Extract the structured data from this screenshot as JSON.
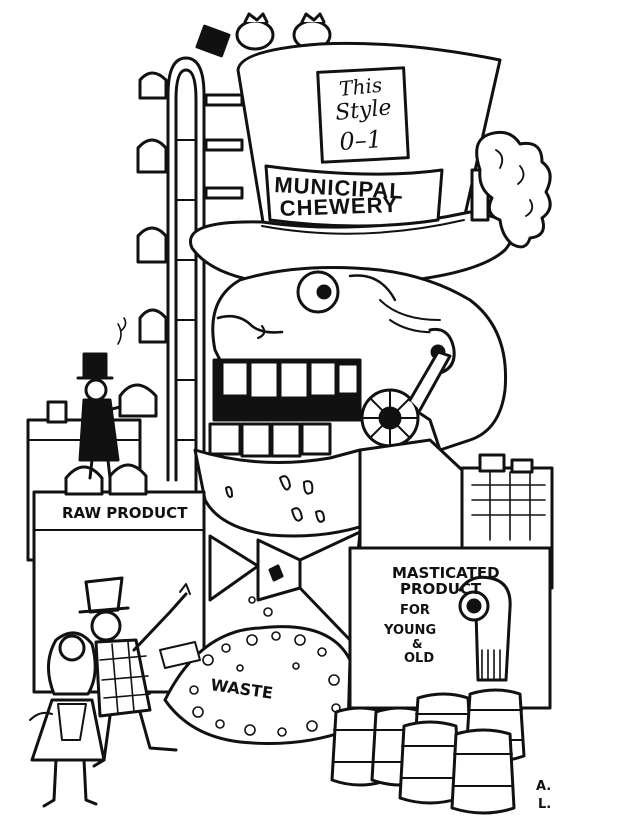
{
  "illustration": {
    "hat_band": [
      "This",
      "Style",
      "0–1"
    ],
    "hat_sign": [
      "MUNICIPAL",
      "CHEWERY"
    ],
    "raw_sign": "RAW PRODUCT",
    "output_sign": [
      "MASTICATED",
      "PRODUCT",
      "FOR",
      "YOUNG",
      "&",
      "OLD"
    ],
    "waste_label": "WASTE",
    "signature": [
      "A.",
      "L."
    ],
    "ink_color": "#111111",
    "paper_color": "#ffffff"
  }
}
